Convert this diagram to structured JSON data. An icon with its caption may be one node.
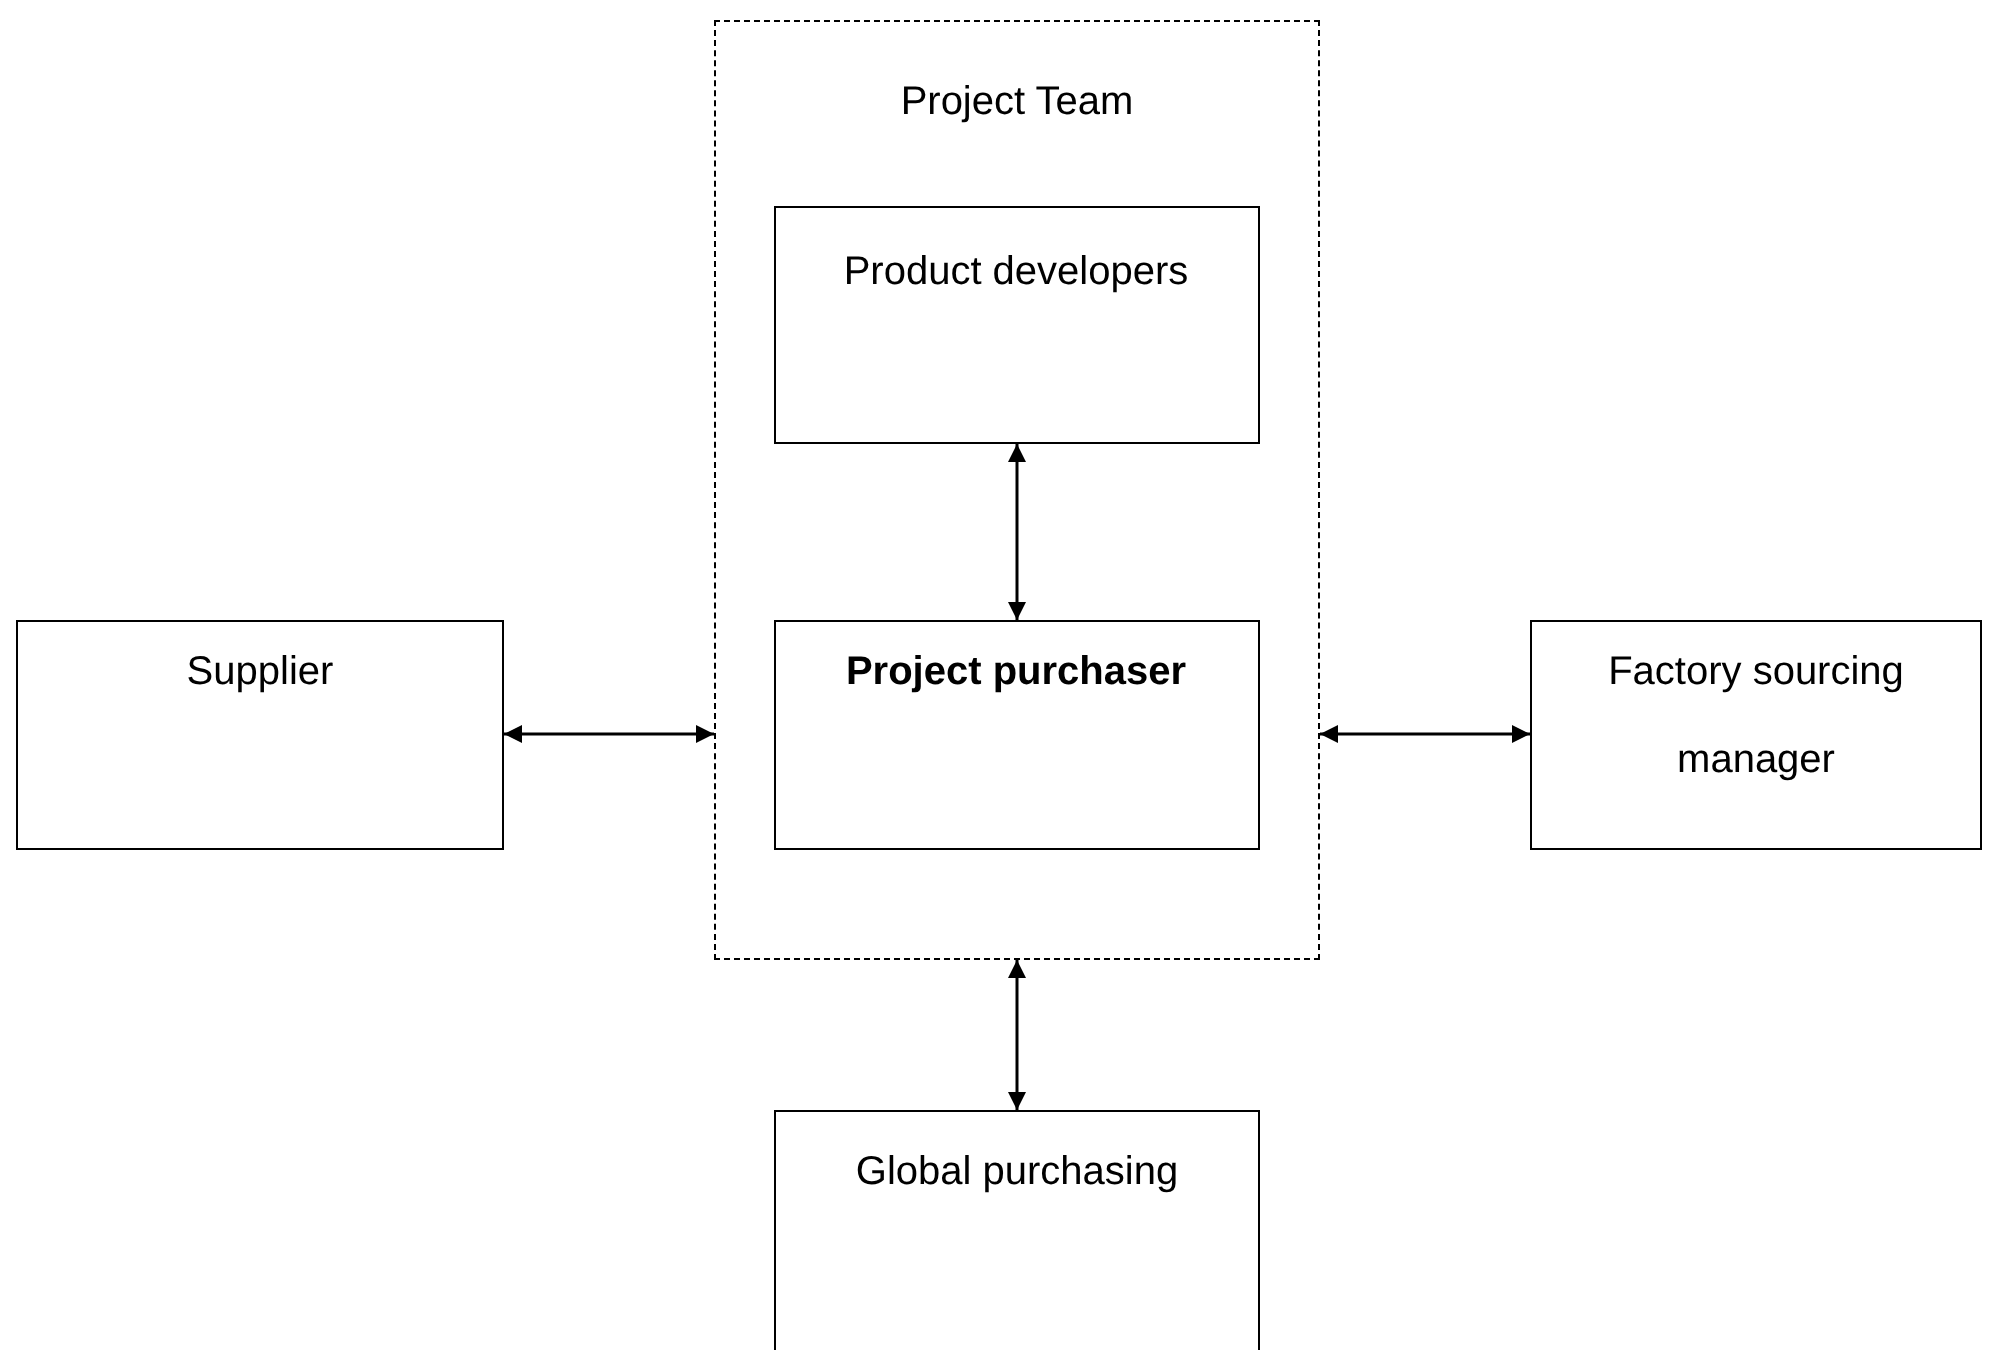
{
  "diagram": {
    "nodes": [
      {
        "text": [
          "Project Team"
        ]
      },
      {
        "text": [
          "Product developers"
        ],
        "in": 0
      },
      {
        "text": [
          "Project purchaser"
        ],
        "in": 0
      },
      {
        "text": [
          "Supplier"
        ]
      },
      {
        "text": [
          "Factory sourcing manager"
        ]
      },
      {
        "text": [
          "Global purchasing"
        ]
      }
    ],
    "edges": [
      {
        "from": 1,
        "to": 2,
        "arrow": "both"
      },
      {
        "from": 3,
        "to": 0,
        "arrow": "both"
      },
      {
        "from": 0,
        "to": 4,
        "arrow": "both"
      },
      {
        "from": 0,
        "to": 5,
        "arrow": "both"
      }
    ]
  }
}
